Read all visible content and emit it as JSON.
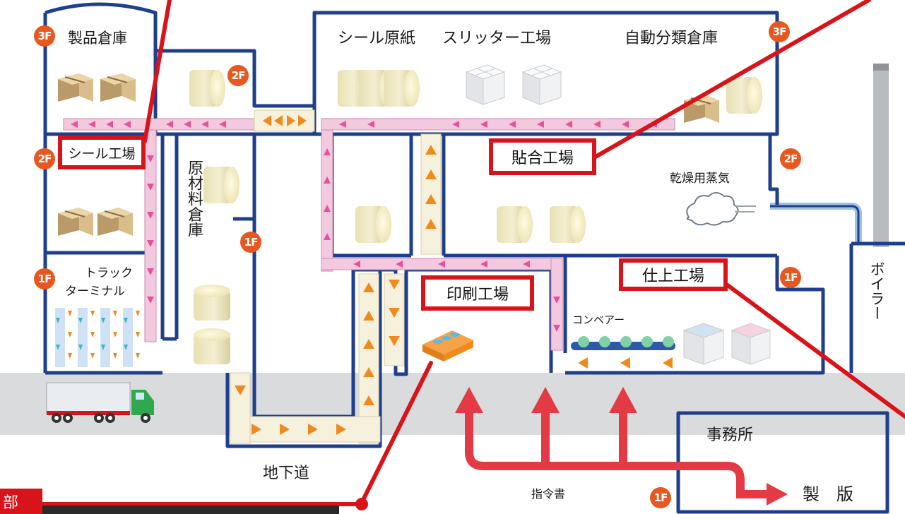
{
  "colors": {
    "wall": "#1f3f8c",
    "ground": "#d9dbdc",
    "pink_conveyor": "#f3c9df",
    "cream_conveyor": "#f6f1dc",
    "highlight_red": "#d8141a",
    "floor_badge": "#e8571f",
    "instruction_arrow": "#e33a45"
  },
  "floor_badges": {
    "f3_left": "3F",
    "f3_right": "3F",
    "f2_seal": "2F",
    "f2_mid": "2F",
    "f2_right": "2F",
    "f1_left": "1F",
    "f1_mid": "1F",
    "f1_right": "1F",
    "f1_office": "1F"
  },
  "rooms": {
    "product_warehouse": "製品倉庫",
    "seal_base_paper": "シール原紙",
    "slitter_factory": "スリッター工場",
    "auto_sort_warehouse": "自動分類倉庫",
    "seal_factory": "シール工場",
    "raw_material_warehouse": "原材料倉庫",
    "laminating_factory": "貼合工場",
    "drying_steam": "乾燥用蒸気",
    "truck_terminal_line1": "トラック",
    "truck_terminal_line2": "ターミナル",
    "printing_factory": "印刷工場",
    "finishing_factory": "仕上工場",
    "conveyor": "コンベアー",
    "boiler": "ボイラー",
    "office": "事務所",
    "plate_making": "製　版",
    "underground_passage": "地下道",
    "instructions": "指令書"
  },
  "corner_label": "部",
  "icons": [
    "cardboard-box-icon",
    "paper-roll-icon",
    "white-carton-icon",
    "steam-cloud-icon",
    "truck-icon",
    "printed-sheets-icon",
    "boiler-chimney-icon"
  ]
}
